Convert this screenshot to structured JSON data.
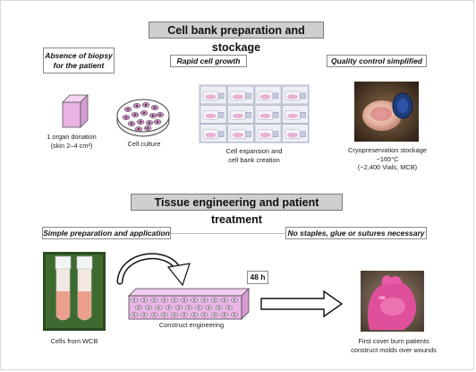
{
  "section1": {
    "title": "Cell bank preparation and stockage",
    "tag_biopsy": "Absence of biopsy\nfor the patient",
    "tag_growth": "Rapid cell growth",
    "tag_qc": "Quality control simplified",
    "cap_donation": "1 organ donation\n(skin 2–4 cm²)",
    "cap_culture": "Cell culture",
    "cap_expansion": "Cell expansion and\ncell bank creation",
    "cap_cryo": "Cryopreservation stockage\n−165°C\n(~2,400 Vials, MCB)"
  },
  "section2": {
    "title": "Tissue engineering and patient treatment",
    "tag_simple": "Simple preparation and application",
    "tag_nostaples": "No staples, glue or sutures necessary",
    "cap_wcb": "Cells from WCB",
    "cap_construct": "Construct engineering",
    "time_label": "48 h",
    "cap_patients": "First cover burn patients\nconstruct molds over wounds"
  },
  "colors": {
    "banner_fill": "#cfcfcf",
    "construct_pink": "#e9b6e6",
    "cube_pink": "#e9b3e2"
  }
}
